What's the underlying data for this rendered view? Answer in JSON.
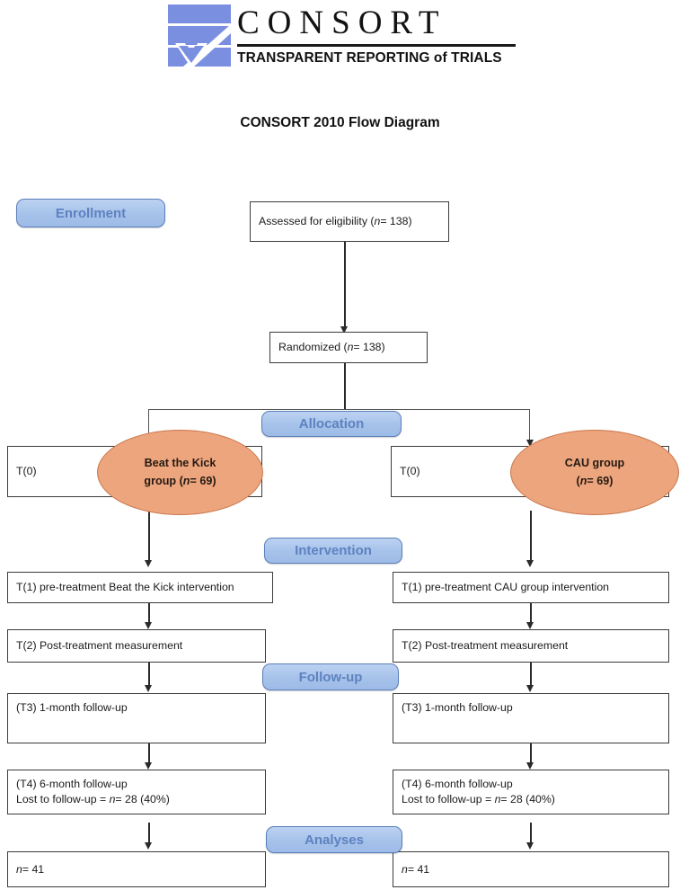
{
  "logo": {
    "wordmark": "CONSORT",
    "tagline": "TRANSPARENT REPORTING of TRIALS",
    "mark_name": "consort-logo-mark",
    "colors": {
      "mark_blue": "#7a8fe0",
      "rule": "#1a1a1a"
    }
  },
  "title": "CONSORT 2010 Flow Diagram",
  "colors": {
    "badge_fill": "#a6c2ea",
    "badge_border": "#5b7fb8",
    "badge_text": "#5d82c0",
    "ellipse_fill": "#eda57e",
    "ellipse_border": "#c9754a",
    "box_border": "#3b3b3b",
    "connector": "#2a2a2a"
  },
  "stages": {
    "enrollment": "Enrollment",
    "allocation": "Allocation",
    "intervention": "Intervention",
    "followup": "Follow-up",
    "analyses": "Analyses"
  },
  "nodes": {
    "assessed": "Assessed for eligibility (n= 138)",
    "randomized": "Randomized (n= 138)",
    "left_baseline": "T(0)",
    "right_baseline": "T(0)",
    "left_group_line1": "Beat the Kick",
    "left_group_line2": "group (n= 69)",
    "right_group_line1": "CAU group",
    "right_group_line2": "(n= 69)",
    "left_intervention": "T(1) pre-treatment Beat the Kick intervention",
    "right_intervention": "T(1) pre-treatment CAU group intervention",
    "left_post": "T(2) Post-treatment measurement",
    "right_post": "T(2) Post-treatment measurement",
    "left_t3": "(T3) 1-month follow-up",
    "right_t3": "(T3) 1-month follow-up",
    "left_t4_line1": "(T4) 6-month follow-up",
    "left_t4_line2": "Lost to follow-up = n= 28 (40%)",
    "right_t4_line1": "(T4) 6-month follow-up",
    "right_t4_line2": "Lost to follow-up = n= 28  (40%)",
    "left_analysis": "n= 41",
    "right_analysis": "n= 41"
  },
  "flow_data": {
    "assessed_for_eligibility": 138,
    "randomized": 138,
    "arms": [
      {
        "name": "Beat the Kick",
        "allocated": 69,
        "lost_to_followup": 28,
        "lost_pct": 40,
        "analysed": 41
      },
      {
        "name": "CAU group",
        "allocated": 69,
        "lost_to_followup": 28,
        "lost_pct": 40,
        "analysed": 41
      }
    ]
  }
}
